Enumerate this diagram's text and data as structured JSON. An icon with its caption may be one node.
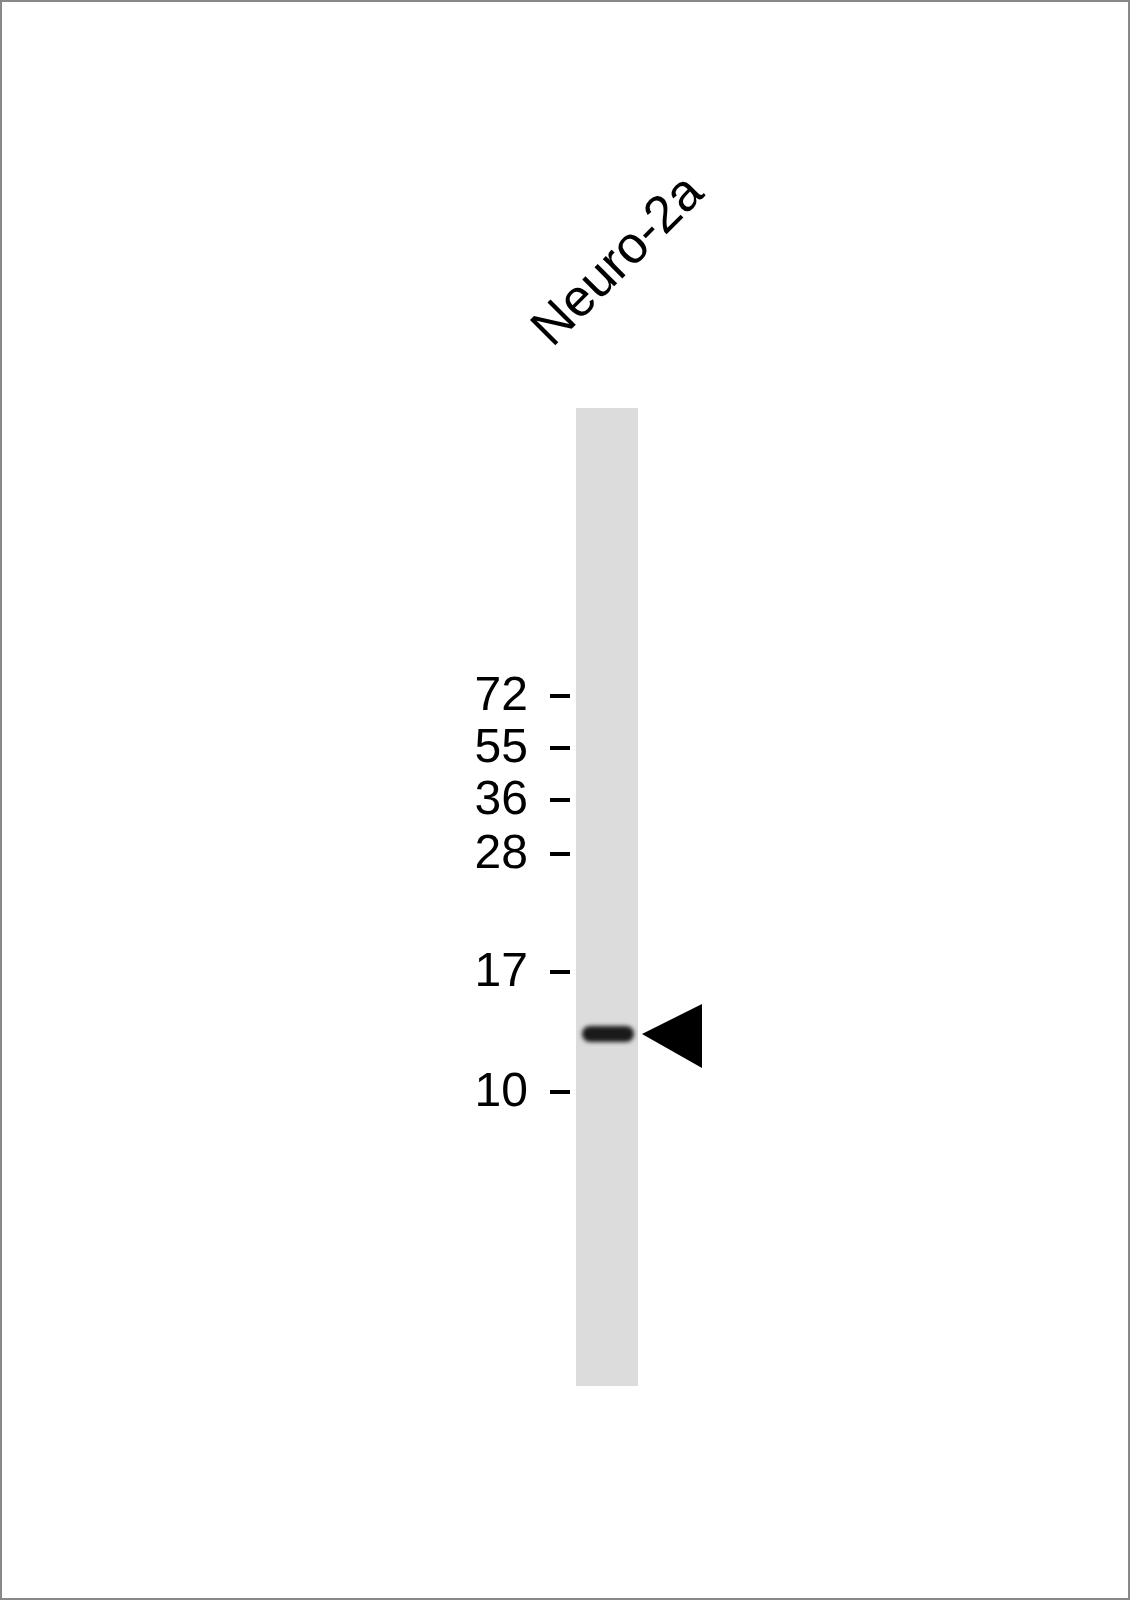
{
  "diagram": {
    "labels": [
      "Neuro-2a",
      "72",
      "55",
      "36",
      "28",
      "17",
      "10"
    ]
  }
}
